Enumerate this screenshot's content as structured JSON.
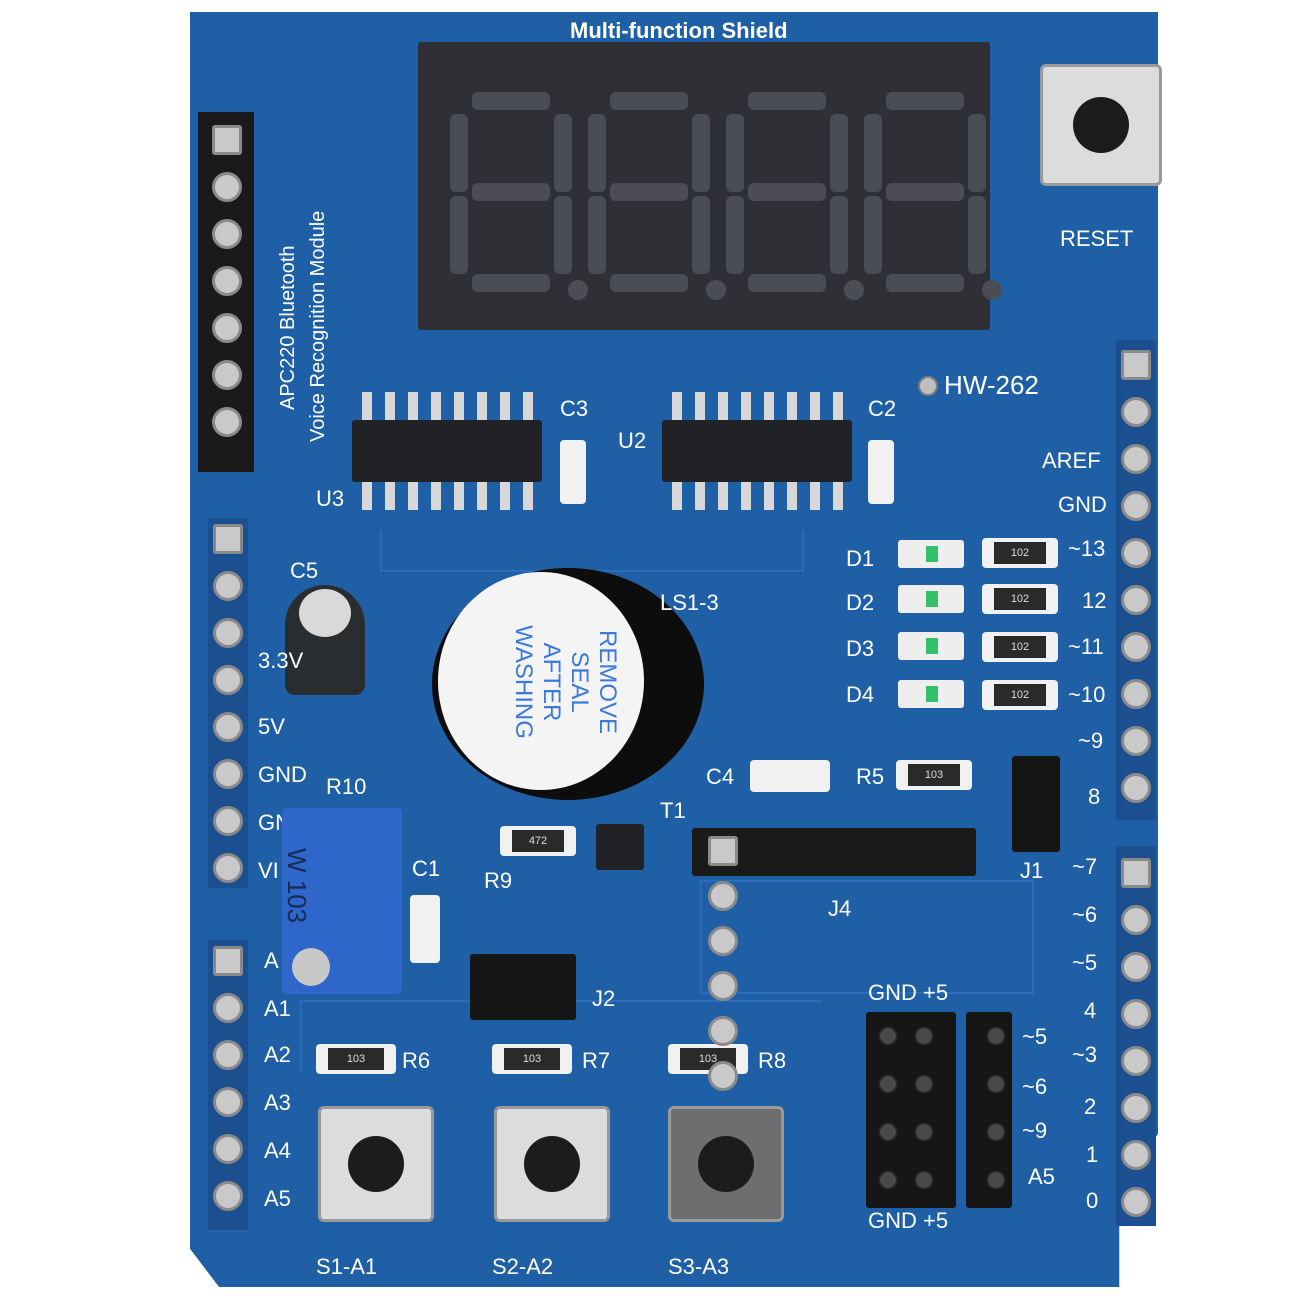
{
  "board_title": "Multi-function Shield",
  "model": "HW-262",
  "reset_label": "RESET",
  "module_label_line1": "APC220 Bluetooth",
  "module_label_line2": "Voice Recognition Module",
  "display": {
    "digits": [
      "8.",
      "8.",
      "8.",
      "8."
    ]
  },
  "ic_labels": {
    "u3": "U3",
    "u2": "U2",
    "c3": "C3",
    "c2": "C2"
  },
  "buzzer": {
    "ref": "LS1-3",
    "sticker": [
      "REMOVE",
      "SEAL",
      "AFTER",
      "WASHING"
    ]
  },
  "cap_c5": "C5",
  "power_pins": [
    "3.3V",
    "5V",
    "GND",
    "GN",
    "VI"
  ],
  "analog_pins": [
    "A",
    "A1",
    "A2",
    "A3",
    "A4",
    "A5"
  ],
  "digital_pins_top": [
    "AREF",
    "GND",
    "~13",
    "12",
    "~11",
    "~10",
    "~9",
    "8"
  ],
  "digital_pins_bottom": [
    "~7",
    "~6",
    "~5",
    "4",
    "~3",
    "2",
    "1",
    "0"
  ],
  "leds": [
    {
      "ref": "D1",
      "res": "102"
    },
    {
      "ref": "D2",
      "res": "102"
    },
    {
      "ref": "D3",
      "res": "102"
    },
    {
      "ref": "D4",
      "res": "102"
    }
  ],
  "parts": {
    "c4": "C4",
    "r5": "R5",
    "r5_val": "103",
    "r10": "R10",
    "pot_val": "W 103",
    "c1": "C1",
    "t1": "T1",
    "r9": "R9",
    "r9_val": "472",
    "j4": "J4",
    "j1": "J1",
    "j2": "J2",
    "r6": "R6",
    "r6_val": "103",
    "r7": "R7",
    "r7_val": "103",
    "r8": "R8",
    "r8_val": "103"
  },
  "servo_header": {
    "top_label": "GND +5",
    "bottom_label": "GND +5",
    "pins": [
      "~5",
      "~6",
      "~9",
      "A5"
    ]
  },
  "buttons": [
    "S1-A1",
    "S2-A2",
    "S3-A3"
  ],
  "colors": {
    "pcb": "#1f5fa6",
    "silk": "#ffffff",
    "led": "#33c06a"
  }
}
